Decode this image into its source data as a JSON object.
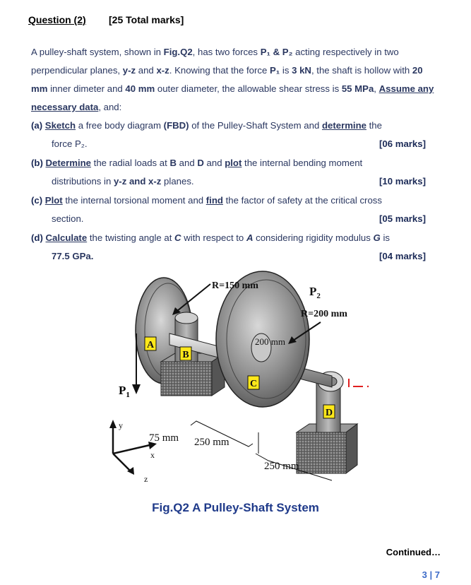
{
  "header": {
    "question": "Question (2)",
    "marks": "[25 Total marks]"
  },
  "intro": {
    "t1": "A pulley-shaft system, shown in ",
    "fig": "Fig.Q2",
    "t2": ", has two forces ",
    "p1": "P₁ & P₂",
    "t3": " acting respectively in two perpendicular planes, ",
    "yz": "y-z",
    "t4": " and ",
    "xz": "x-z",
    "t5": ". Knowing that the force ",
    "p1b": "P₁",
    "t6": " is ",
    "kn": "3 kN",
    "t7": ", the shaft is hollow with ",
    "mm20": "20 mm",
    "t8": " inner dimeter and ",
    "mm40": "40 mm",
    "t9": " outer diameter, the allowable shear stress is ",
    "mpa": "55 MPa",
    "t10": ", ",
    "assume": "Assume any necessary data",
    "t11": ", and:"
  },
  "parts": {
    "a": {
      "label": "(a)",
      "kw1": "Sketch",
      "t1": " a free body diagram ",
      "fbd": "(FBD)",
      "t2": " of the Pulley-Shaft System and ",
      "kw2": "determine",
      "t3": " the",
      "line2": "force P₂.",
      "marks": "[06 marks]"
    },
    "b": {
      "label": "(b)",
      "kw1": "Determine",
      "t1": " the radial loads at ",
      "B": "B",
      "t2": " and ",
      "D": "D",
      "t3": " and ",
      "kw2": "plot",
      "t4": " the internal bending moment",
      "line2a": "distributions in ",
      "planes": "y-z and x-z",
      "line2b": " planes.",
      "marks": "[10 marks]"
    },
    "c": {
      "label": "(c)",
      "kw1": "Plot",
      "t1": " the internal torsional moment and ",
      "kw2": "find",
      "t2": " the factor of safety at the critical cross",
      "line2": "section.",
      "marks": "[05 marks]"
    },
    "d": {
      "label": "(d)",
      "kw1": "Calculate",
      "t1": " the twisting angle at ",
      "C": "C",
      "t2": " with respect to ",
      "A": "A",
      "t3": " considering rigidity modulus ",
      "G": "G",
      "t4": " is",
      "line2": "77.5 GPa.",
      "marks": "[04 marks]"
    }
  },
  "figure": {
    "r150": "R=150 mm",
    "p2": "P",
    "p2sub": "2",
    "r200": "R=200 mm",
    "d200": "200 mm",
    "p1": "P",
    "p1sub": "1",
    "A": "A",
    "B": "B",
    "C": "C",
    "D": "D",
    "d75": "75 mm",
    "d250a": "250 mm",
    "d250b": "250 mm",
    "ax_y": "y",
    "ax_x": "x",
    "ax_z": "z",
    "caption": "Fig.Q2 A Pulley-Shaft System"
  },
  "footer": {
    "continued": "Continued…",
    "page": "3 | 7"
  },
  "colors": {
    "label_fill": "#ffe81a",
    "caption": "#1f3a8a",
    "text": "#2a3760"
  }
}
